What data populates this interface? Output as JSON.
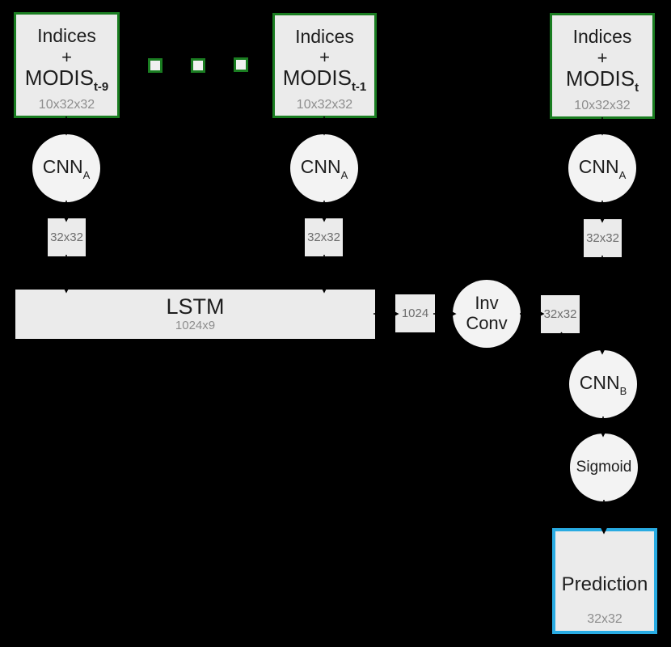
{
  "diagram": {
    "inputs": [
      {
        "title_line1": "Indices",
        "title_line2": "+",
        "title_line3": "MODIS",
        "subscript": "t-9",
        "dims": "10x32x32"
      },
      {
        "title_line1": "Indices",
        "title_line2": "+",
        "title_line3": "MODIS",
        "subscript": "t-1",
        "dims": "10x32x32"
      },
      {
        "title_line1": "Indices",
        "title_line2": "+",
        "title_line3": "MODIS",
        "subscript": "t",
        "dims": "10x32x32"
      }
    ],
    "cnn_a": {
      "label": "CNN",
      "subscript": "A"
    },
    "feature_dims": [
      "32x32",
      "32x32",
      "32x32"
    ],
    "lstm": {
      "label": "LSTM",
      "dims": "1024x9"
    },
    "lstm_output_dim": "1024",
    "inv_conv": {
      "line1": "Inv",
      "line2": "Conv"
    },
    "inv_conv_output_dim": "32x32",
    "cnn_b": {
      "label": "CNN",
      "subscript": "B"
    },
    "sigmoid_label": "Sigmoid",
    "prediction": {
      "label": "Prediction",
      "dims": "32x32"
    }
  },
  "colors": {
    "background": "#000000",
    "box_fill": "#ebebeb",
    "circle_fill": "#f3f3f3",
    "input_border_green": "#1a7d21",
    "prediction_border_blue": "#29abe2",
    "text": "#1d1d1d",
    "dim_text": "#8d8d8d",
    "small_dim_text": "#6e6e6e"
  }
}
